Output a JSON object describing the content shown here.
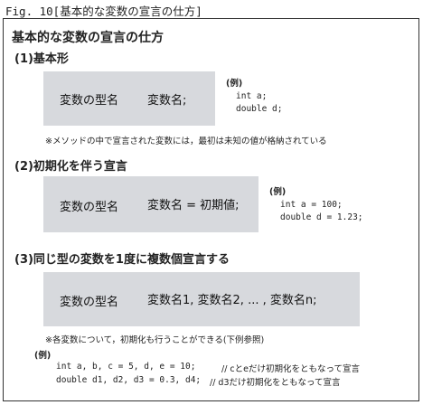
{
  "figure_caption": "Fig. 10[基本的な変数の宣言の仕方]",
  "main_title": "基本的な変数の宣言の仕方",
  "sections": [
    {
      "heading": "(1)基本形",
      "type_label": "変数の型名",
      "decl": "変数名;",
      "example_label": "(例)",
      "example_lines": [
        "int a;",
        "double d;"
      ],
      "note": "※メソッドの中で宣言された変数には，最初は未知の値が格納されている"
    },
    {
      "heading": "(2)初期化を伴う宣言",
      "type_label": "変数の型名",
      "decl": "変数名 = 初期値;",
      "example_label": "(例)",
      "example_lines": [
        "int a = 100;",
        "double d = 1.23;"
      ]
    },
    {
      "heading": "(3)同じ型の変数を1度に複数個宣言する",
      "type_label": "変数の型名",
      "decl": "変数名1, 変数名2, ... , 変数名n;",
      "note": "※各変数について，初期化も行うことができる(下例参照)",
      "example_label": "(例)",
      "example_rows": [
        {
          "code": "int a, b, c = 5, d, e = 10;",
          "comment": "// cとeだけ初期化をともなって宣言"
        },
        {
          "code": "double d1, d2, d3 = 0.3, d4;",
          "comment": "// d3だけ初期化をともなって宣言"
        }
      ]
    }
  ]
}
